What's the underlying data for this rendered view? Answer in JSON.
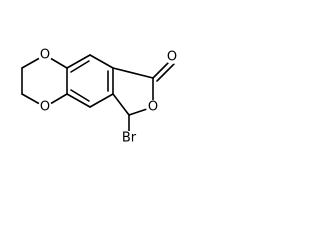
{
  "molecule": {
    "atoms": {
      "ring_oxygen_top": "O",
      "ring_oxygen_bottom": "O",
      "lactone_ring_oxygen": "O",
      "carbonyl_oxygen": "O",
      "bromine": "Br"
    }
  }
}
